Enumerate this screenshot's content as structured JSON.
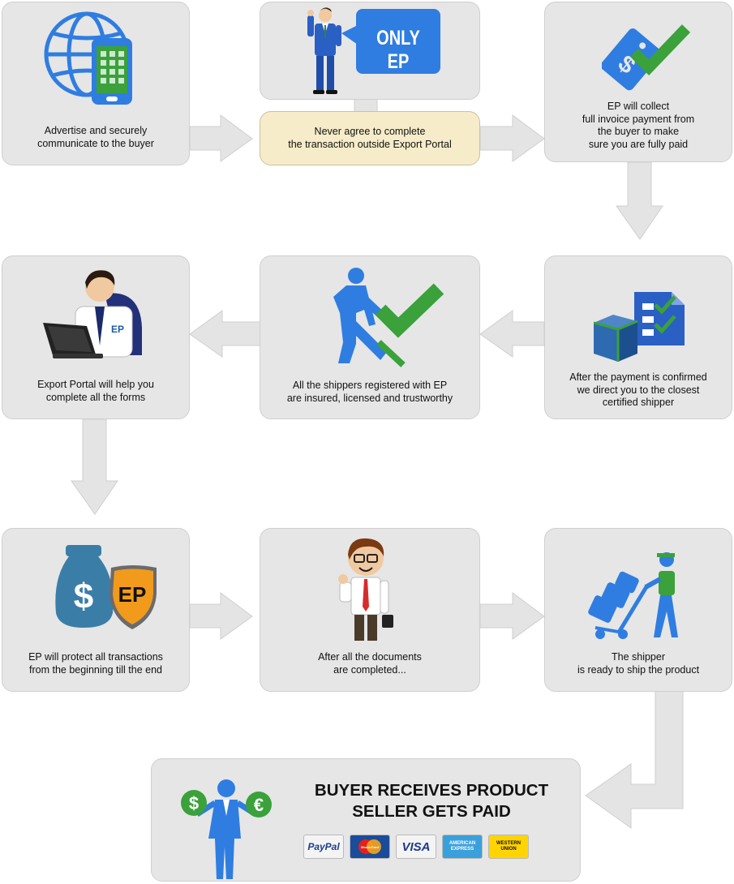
{
  "steps": {
    "advertise": "Advertise and securely\ncommunicate to the buyer",
    "never_agree": "Never agree to complete\nthe transaction outside Export Portal",
    "only_ep": "ONLY EP",
    "collect": "EP will collect\nfull invoice payment from\nthe buyer  to make\nsure you are fully paid",
    "direct_shipper": "After the payment is confirmed\nwe direct you to the closest\ncertified shipper",
    "shippers_insured": "All the shippers registered with EP\nare insured, licensed and trustworthy",
    "help_forms": "Export Portal will help you\ncomplete all the forms",
    "protect": "EP will protect all transactions\nfrom the beginning till the end",
    "documents_completed": "After all the documents\nare completed...",
    "ready_to_ship": "The shipper\nis ready to ship the product"
  },
  "final": {
    "title": "BUYER RECEIVES PRODUCT\nSELLER GETS PAID",
    "payment_methods": [
      "PayPal",
      "MasterCard",
      "VISA",
      "AMERICAN EXPRESS",
      "WESTERN UNION"
    ]
  },
  "icon_badges": {
    "laptop_shirt": "EP",
    "shield": "EP",
    "dollar": "$",
    "euro": "€"
  },
  "colors": {
    "box_fill": "#e6e6e6",
    "note_fill": "#f6ecc9",
    "arrow_fill": "#e4e4e4",
    "blue": "#2f7de1",
    "green": "#3aa13b",
    "orange": "#f29a1c"
  }
}
